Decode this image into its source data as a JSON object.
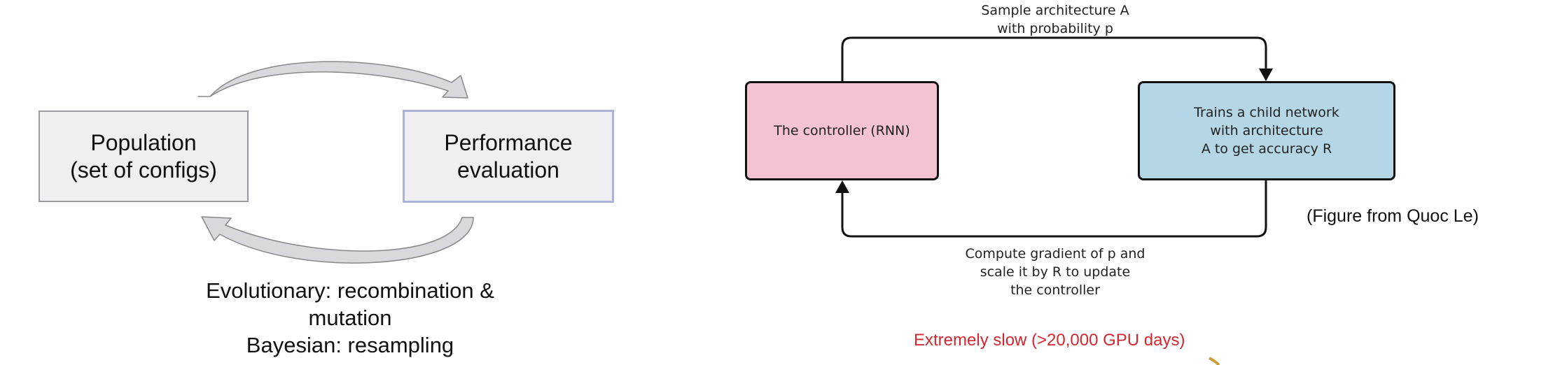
{
  "left_diagram": {
    "population_box": "Population\n(set of configs)",
    "evaluation_box": "Performance\nevaluation",
    "caption_lines": [
      "Evolutionary: recombination &",
      "mutation",
      "Bayesian: resampling"
    ]
  },
  "right_diagram": {
    "controller_box": "The controller (RNN)",
    "child_box_lines": [
      "Trains a child network",
      "with architecture",
      "A to get accuracy R"
    ],
    "top_label_lines": [
      "Sample architecture A",
      "with probability p"
    ],
    "bottom_label_lines": [
      "Compute gradient of p and",
      "scale it by R to update",
      "the controller"
    ],
    "credit": "(Figure from Quoc Le)",
    "slow_note": "Extremely slow (>20,000 GPU days)"
  },
  "colors": {
    "controller_fill": "#f3c3cf",
    "child_fill": "#b5d7e5",
    "slow_note_text": "#d22830",
    "left_box_fill": "#efeff2"
  }
}
